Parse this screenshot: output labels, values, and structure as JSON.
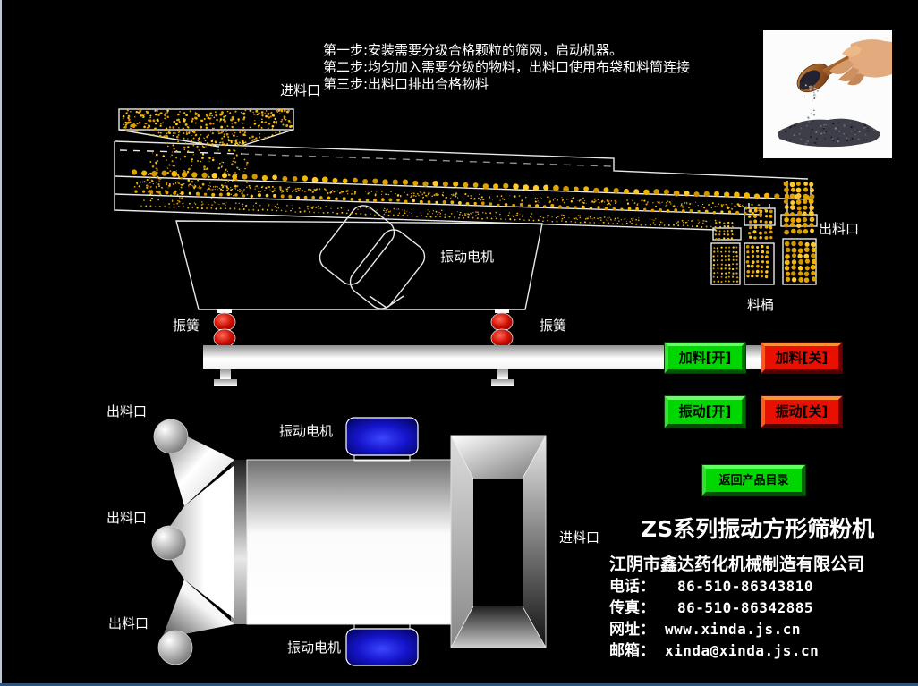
{
  "window": {
    "background": "#000000",
    "border_bottom_color": "#2d5480",
    "border_left_color": "#b9c9d8"
  },
  "instructions": {
    "step1": "第一步:安装需要分级合格颗粒的筛网，启动机器。",
    "step2": "第二步:均匀加入需要分级的物料，出料口使用布袋和料筒连接",
    "step3": "第三步:出料口排出合格物料"
  },
  "side_view": {
    "feed_inlet_label": "进料口",
    "motor_label": "振动电机",
    "spring_left_label": "振簧",
    "spring_right_label": "振簧",
    "outlet_label": "出料口",
    "barrel_label": "料桶"
  },
  "top_view": {
    "outlet_label_1": "出料口",
    "outlet_label_2": "出料口",
    "outlet_label_3": "出料口",
    "motor_top_label": "振动电机",
    "motor_bottom_label": "振动电机",
    "feed_inlet_label": "进料口"
  },
  "controls": {
    "feed_on": "加料[开]",
    "feed_off": "加料[关]",
    "vibrate_on": "振动[开]",
    "vibrate_off": "振动[关]",
    "back_to_catalog": "返回产品目录",
    "on_color": "#00d600",
    "off_color": "#e81000"
  },
  "product": {
    "title": "ZS系列振动方形筛粉机",
    "company": "江阴市鑫达药化机械制造有限公司",
    "phone_label": "电话：",
    "phone": "86-510-86343810",
    "fax_label": "传真：",
    "fax": "86-510-86342885",
    "website_label": "网址：",
    "website": "www.xinda.js.cn",
    "email_label": "邮箱：",
    "email": "xinda@xinda.js.cn"
  },
  "palette": {
    "particle_gold": "#f0ad00",
    "motor_blue": "#1515cc",
    "spring_red": "#cc0d00"
  }
}
